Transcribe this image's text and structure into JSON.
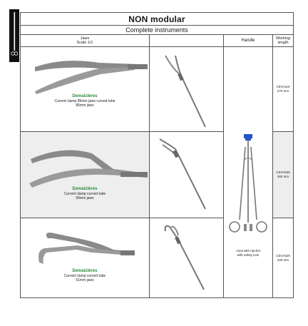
{
  "title": "NON modular",
  "subtitle": "Complete instruments",
  "headers": {
    "jaws": "Jaws",
    "scale": "Scale 1/1",
    "handle": "Handle",
    "working_length_line1": "Working",
    "working_length_line2": "length"
  },
  "rows": [
    {
      "brand": "Demalzières",
      "desc_line1": "Curved clamp 85mm jaws curved tube",
      "desc_line2": "85mm jaws",
      "ref": "CEVA110",
      "length": "270 mm"
    },
    {
      "brand": "Demalzières",
      "desc_line1": "Curved clamp curved tube",
      "desc_line2": "90mm jaws",
      "ref": "CEVA528",
      "length": "260 mm"
    },
    {
      "brand": "Demalzières",
      "desc_line1": "Curved clamp curved tube",
      "desc_line2": "61mm jaws",
      "ref": "CEVA529",
      "length": "220 mm"
    }
  ],
  "handle": {
    "caption_line1": "Axial with ratchet",
    "caption_line2": "with safety lock"
  },
  "icons": {
    "side_tab": "forceps-icon"
  },
  "colors": {
    "brand_green": "#2e8b3a",
    "row_shade": "#eeeeee",
    "handle_accent": "#2255cc"
  }
}
